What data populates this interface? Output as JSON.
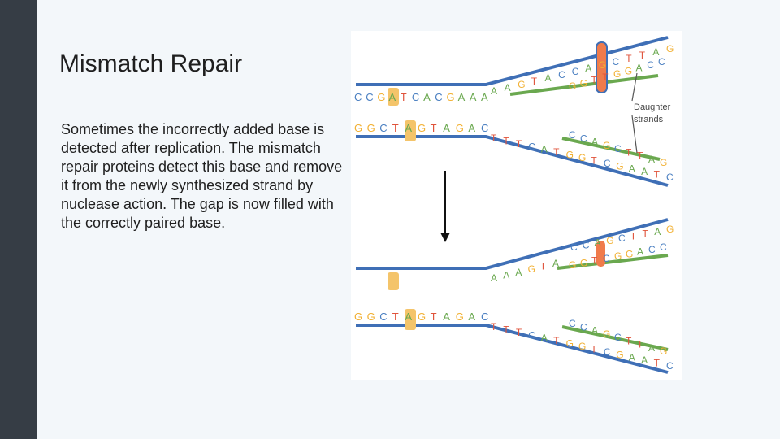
{
  "slide": {
    "title": "Mismatch Repair",
    "body": "Sometimes the incorrectly added base is detected after replication. The mismatch repair proteins detect this base and remove it from the newly synthesized strand by nuclease action. The gap is now filled with the correctly paired base."
  },
  "figure": {
    "callout_line1": "Daughter",
    "callout_line2": "strands",
    "top": {
      "parent_top_seq": "CCGATCACGAAA",
      "parent_top_branch": "AAGTACCAGCTTAG",
      "daughter_top_branch": "GGTTGGACC",
      "parent_bottom_seq": "GGCTAGTAGAC",
      "parent_bottom_branch": "TTTCATGGTCGAATC",
      "daughter_bottom_branch": "CCAGCTTAG"
    },
    "bottom": {
      "lower_left_branch": "AAAGTA",
      "top_right_upper": "CCAGCTTAG",
      "top_right_lower": "GGTCGGACC",
      "parent_bottom_seq": "GGCTAGTAGAC",
      "parent_bottom_branch": "TTTCATGGTCGAATC",
      "daughter_bottom_branch": "CCAGCTTAG"
    },
    "colors": {
      "parent_strand": "#3f6fb6",
      "daughter_strand": "#6aa84f",
      "mismatch": "#f4c46a",
      "nuclease": "#f07b4b",
      "base_A": "#6aa84f",
      "base_C": "#4a7fc1",
      "base_G": "#f2b134",
      "base_T": "#e0543c"
    }
  }
}
